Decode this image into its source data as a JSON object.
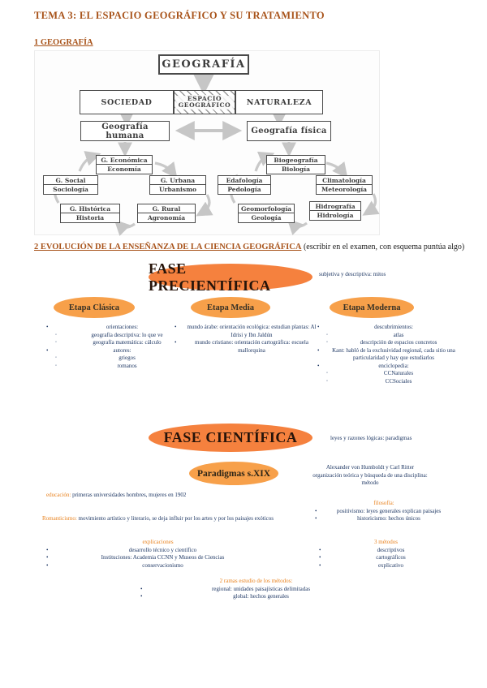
{
  "colors": {
    "heading_orange": "#a8531a",
    "accent_orange": "#e8821e",
    "ellipse_orange_strong": "#f5813e",
    "ellipse_orange_light": "#f7a04a",
    "body_navy": "#1f3864",
    "diagram_arrow_gray": "#c6c6c6"
  },
  "title": "TEMA 3: EL ESPACIO GEOGRÁFICO Y SU TRATAMIENTO",
  "sections": {
    "s1": {
      "heading": "1 GEOGRAFÍA"
    },
    "s2": {
      "heading": "2 EVOLUCIÓN DE LA ENSEÑANZA DE LA CIENCIA GEOGRÁFICA",
      "note": "(escribir en el examen, con esquema puntúa algo)"
    }
  },
  "diagram": {
    "root": "GEOGRAFÍA",
    "society": "SOCIEDAD",
    "space_line1": "ESPACIO",
    "space_line2": "GEOGRÁFICO",
    "nature": "NATURALEZA",
    "human": "Geografía humana",
    "physical": "Geografía física",
    "human_cycle": [
      {
        "top": "G. Económica",
        "bottom": "Economía"
      },
      {
        "top": "G. Social",
        "bottom": "Sociología"
      },
      {
        "top": "G. Urbana",
        "bottom": "Urbanismo"
      },
      {
        "top": "G. Histórica",
        "bottom": "Historia"
      },
      {
        "top": "G. Rural",
        "bottom": "Agronomía"
      }
    ],
    "physical_cycle": [
      {
        "top": "Biogeografía",
        "bottom": "Biología"
      },
      {
        "top": "Edafología",
        "bottom": "Pedología"
      },
      {
        "top": "Climatología",
        "bottom": "Meteorología"
      },
      {
        "top": "Geomorfología",
        "bottom": "Geología"
      },
      {
        "top": "Hidrografía",
        "bottom": "Hidrología"
      }
    ]
  },
  "fase_precientifica": {
    "label": "FASE PRECIENTÍFICA",
    "note": "subjetiva y descriptiva: mitos",
    "etapa_clasica": {
      "label": "Etapa Clásica",
      "orientaciones": "orientaciones:",
      "orientaciones_subs": [
        "geografía descriptiva: lo que ve",
        "geografía matemática: cálculo"
      ],
      "autores": "autores:",
      "autores_subs": [
        "griegos",
        "romanos"
      ]
    },
    "etapa_media": {
      "label": "Etapa Media",
      "items": [
        "mundo árabe: orientación ecológica: estudian plantas: Al Idrisi y Ibn Jaldún",
        "mundo cristiano: orientación cartográfica: escuela mallorquina"
      ]
    },
    "etapa_moderna": {
      "label": "Etapa Moderna",
      "descubrimientos": "descubrimientos:",
      "descubrimientos_subs": [
        "atlas",
        "descripción de espacios concretos"
      ],
      "kant": "Kant: habló de la exclusividad regional, cada sitio una particularidad y hay que estudiarlos",
      "enciclopedia": "enciclopedia:",
      "enciclopedia_subs": [
        "CCNaturales",
        "CCSociales"
      ]
    }
  },
  "fase_cientifica": {
    "label": "FASE CIENTÍFICA",
    "note": "leyes y razones lógicas: paradigmas",
    "paradigmas": {
      "label": "Paradigmas s.XIX",
      "lines": [
        "Alexander von Humboldt y Carl Ritter",
        "organización teórica y búsqueda de una disciplina:",
        "método"
      ]
    },
    "educacion": {
      "keyword": "educación:",
      "text": "primeras universidades hombres, mujeres en 1902"
    },
    "filosofia": {
      "heading": "filosofía:",
      "items": [
        "positivismo: leyes generales explican paisajes",
        "historicismo: hechos únicos"
      ]
    },
    "romanticismo": {
      "keyword": "Romanticismo:",
      "text": "movimiento artístico y literario, se deja influir por los artes y por los paisajes exóticos"
    },
    "explicaciones": {
      "heading": "explicaciones",
      "items": [
        "desarrollo técnico y científico",
        "Instituciones: Academia CCNN y Museos de Ciencias",
        "conservacionismo"
      ]
    },
    "metodos": {
      "heading": "3 métodos",
      "items": [
        "descriptivos",
        "cartográficos",
        "explicativo"
      ]
    },
    "ramas": {
      "heading": "2 ramas estudio de los métodos:",
      "items": [
        "regional: unidades paisajísticas delimitadas",
        "global: hechos generales"
      ]
    }
  }
}
